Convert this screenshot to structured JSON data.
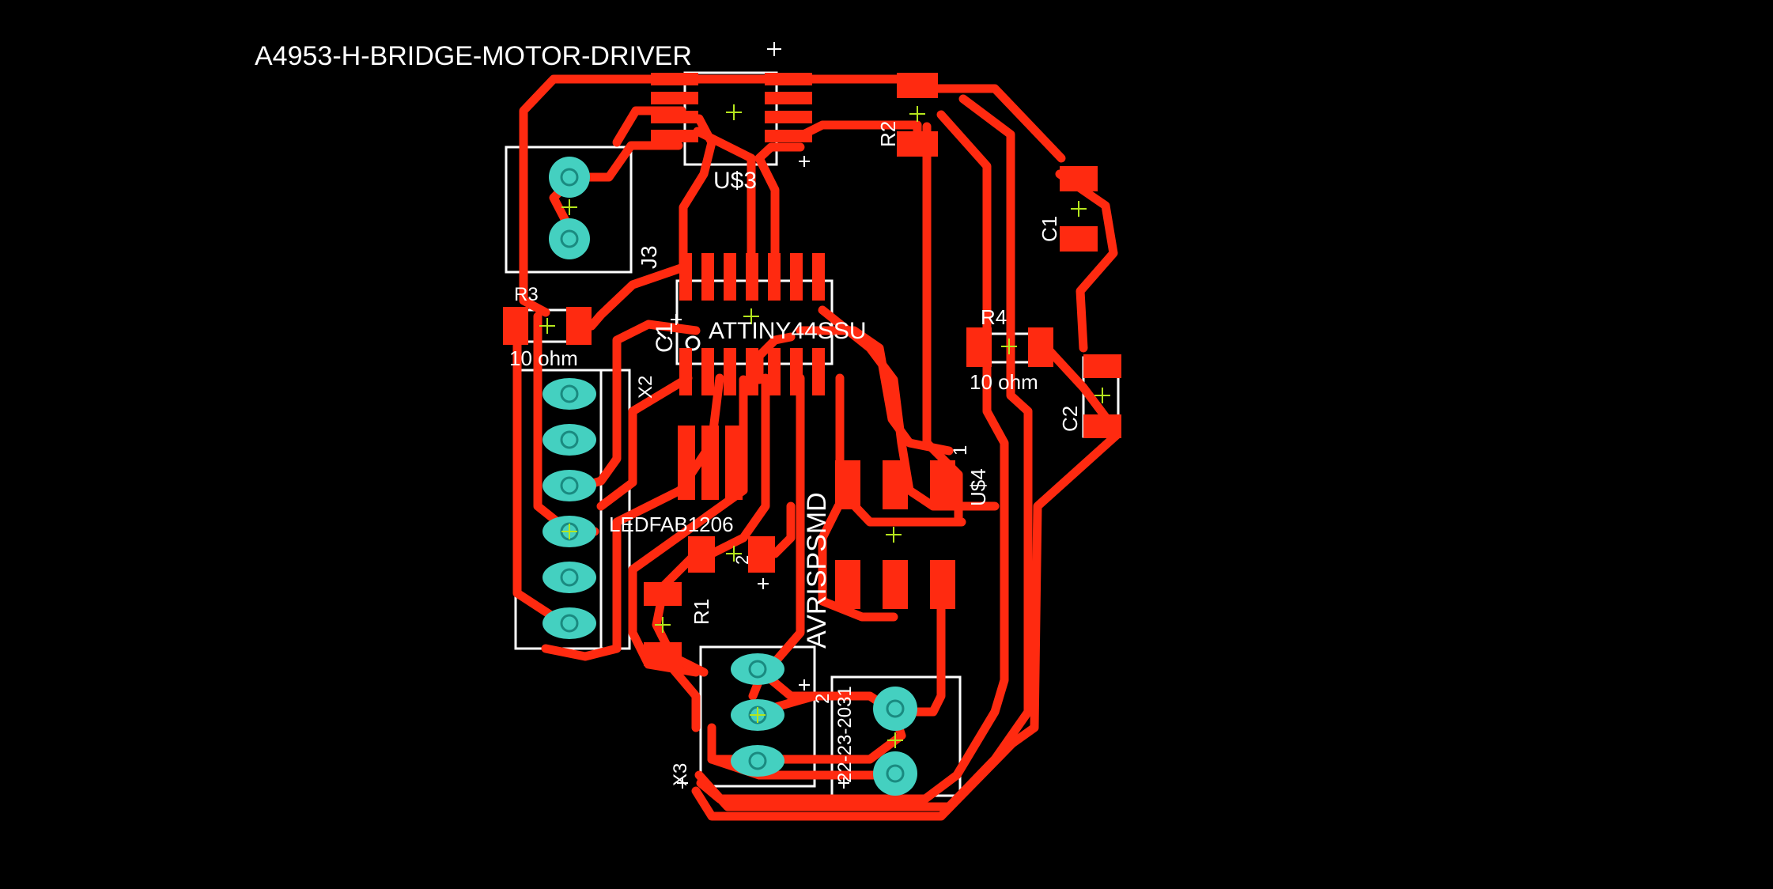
{
  "board": {
    "title": "A4953-H-BRIDGE-MOTOR-DRIVER",
    "colors": {
      "background": "#000000",
      "copper": "#ff2a10",
      "pad_through_hole": "#44d0c0",
      "silkscreen": "#ffffff",
      "origin_cross": "#b5e61d"
    },
    "labels": {
      "u3": "U$3",
      "attiny": "ATTINY44SSU",
      "c1": "C1",
      "c2": "C2",
      "c1_near_attiny": "C1",
      "r1": "R1",
      "r2": "R2",
      "r3": "R3",
      "r4": "R4",
      "r3_value": "10 ohm",
      "r4_value": "10 ohm",
      "j3": "J3",
      "x2": "X2",
      "x3": "X3",
      "u4": "U$4",
      "led": "LEDFAB1206",
      "avrisp": "AVRISPSMD",
      "connector_2": "2",
      "connector_part": "22-23-2031",
      "pin1": "1",
      "pin2": "2"
    }
  }
}
